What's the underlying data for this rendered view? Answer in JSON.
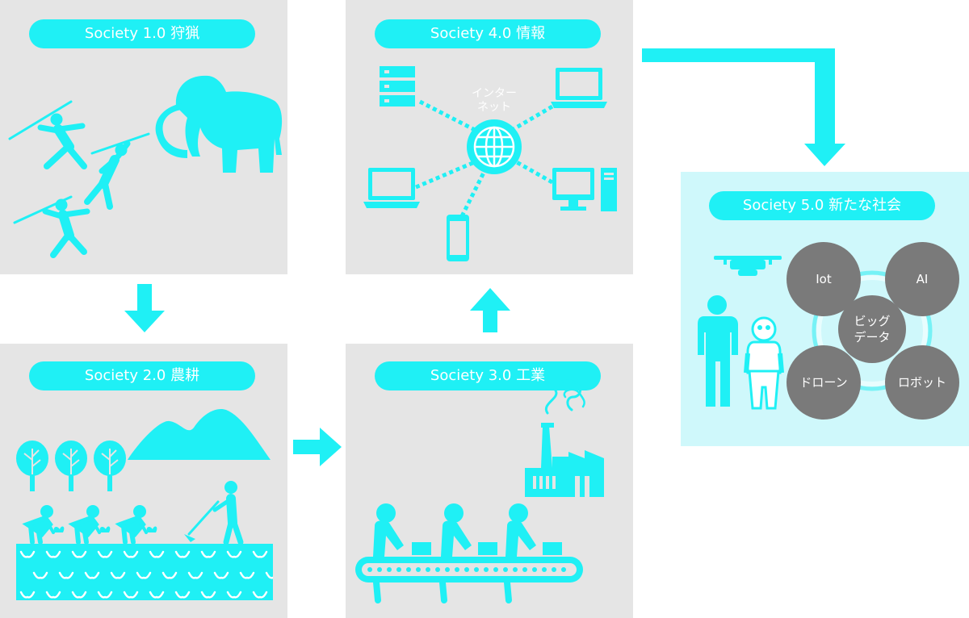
{
  "stages": {
    "s1": {
      "label": "Society 1.0 狩猟"
    },
    "s2": {
      "label": "Society 2.0 農耕"
    },
    "s3": {
      "label": "Society 3.0 工業"
    },
    "s4": {
      "label": "Society 4.0 情報",
      "internet_line1": "インター",
      "internet_line2": "ネット"
    },
    "s5": {
      "label": "Society 5.0 新たな社会",
      "nodes": {
        "iot": "Iot",
        "ai": "AI",
        "drone": "ドローン",
        "robot": "ロボット"
      },
      "center_line1": "ビッグ",
      "center_line2": "データ"
    }
  },
  "colors": {
    "accent": "#1ff0f5",
    "panel": "#e5e5e5",
    "panel5": "#cff8fb",
    "node": "#7a7a7a"
  }
}
